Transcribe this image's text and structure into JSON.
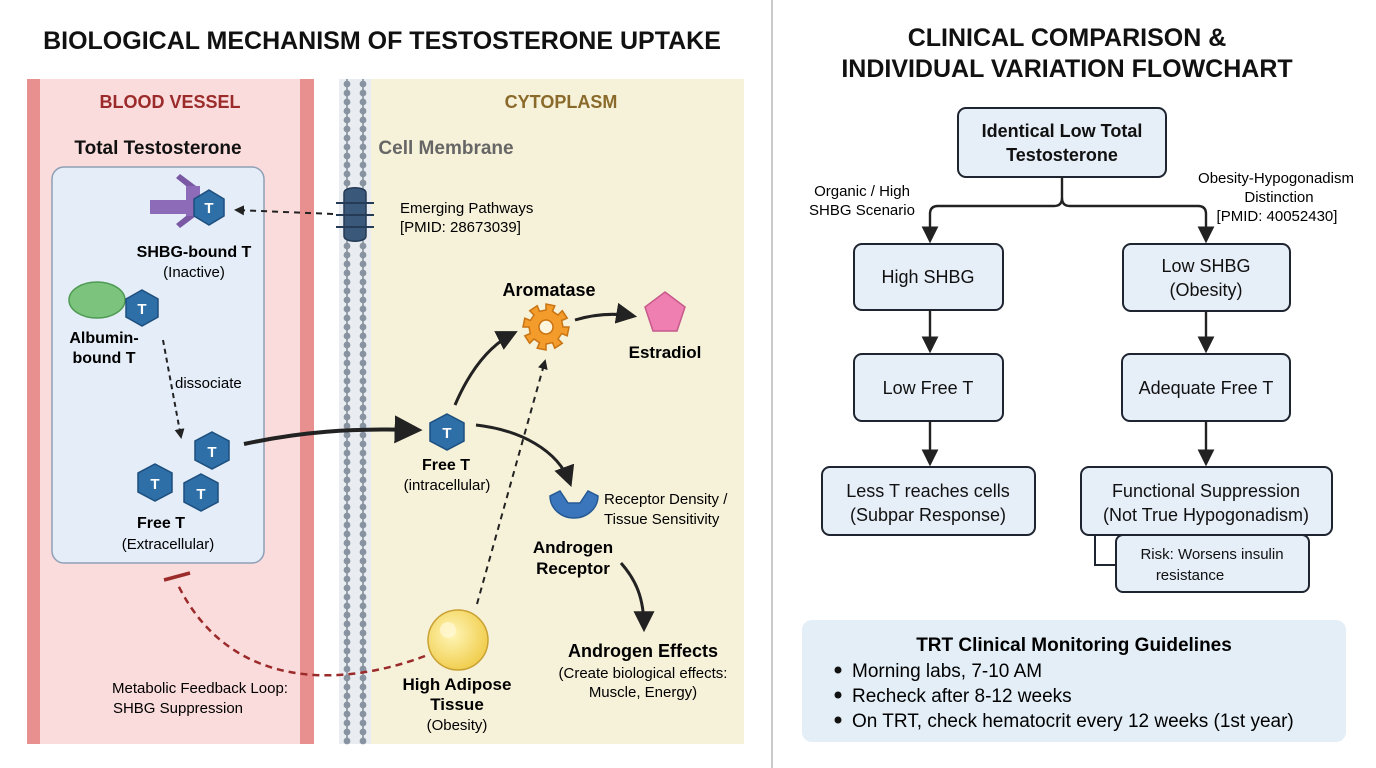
{
  "left_title": "BIOLOGICAL MECHANISM OF TESTOSTERONE UPTAKE",
  "right_title_1": "CLINICAL COMPARISON &",
  "right_title_2": "INDIVIDUAL VARIATION FLOWCHART",
  "blood": {
    "header": "BLOOD VESSEL",
    "total": "Total Testosterone",
    "shbg_label": "SHBG-bound T",
    "shbg_sub": "(Inactive)",
    "albumin_1": "Albumin-",
    "albumin_2": "bound T",
    "dissociate": "dissociate",
    "free_label": "Free T",
    "free_sub": "(Extracellular)",
    "t": "T",
    "feedback_1": "Metabolic Feedback Loop:",
    "feedback_2": "SHBG Suppression"
  },
  "cell": {
    "header": "CYTOPLASM",
    "membrane": "Cell Membrane",
    "emerging_1": "Emerging Pathways",
    "emerging_2": "[PMID: 28673039]",
    "aromatase": "Aromatase",
    "estradiol": "Estradiol",
    "free_label": "Free T",
    "free_sub": "(intracellular)",
    "receptor_density_1": "Receptor Density /",
    "receptor_density_2": "Tissue Sensitivity",
    "ar_1": "Androgen",
    "ar_2": "Receptor",
    "effects": "Androgen Effects",
    "effects_sub_1": "(Create biological effects:",
    "effects_sub_2": "Muscle, Energy)",
    "adipose_1": "High Adipose",
    "adipose_2": "Tissue",
    "adipose_sub": "(Obesity)"
  },
  "flow": {
    "top_1": "Identical Low Total",
    "top_2": "Testosterone",
    "left_branch_1": "Organic / High",
    "left_branch_2": "SHBG Scenario",
    "right_branch_1": "Obesity-Hypogonadism",
    "right_branch_2": "Distinction",
    "right_branch_3": "[PMID: 40052430]",
    "l1": "High SHBG",
    "l2": "Low Free T",
    "l3_1": "Less T reaches cells",
    "l3_2": "(Subpar Response)",
    "r1_1": "Low SHBG",
    "r1_2": "(Obesity)",
    "r2": "Adequate Free T",
    "r3_1": "Functional Suppression",
    "r3_2": "(Not True Hypogonadism)",
    "risk_1": "Risk: Worsens insulin",
    "risk_2": "resistance"
  },
  "guidelines": {
    "title": "TRT Clinical Monitoring Guidelines",
    "items": [
      "Morning labs, 7-10 AM",
      "Recheck after 8-12 weeks",
      "On TRT, check hematocrit every 12 weeks (1st year)"
    ]
  }
}
